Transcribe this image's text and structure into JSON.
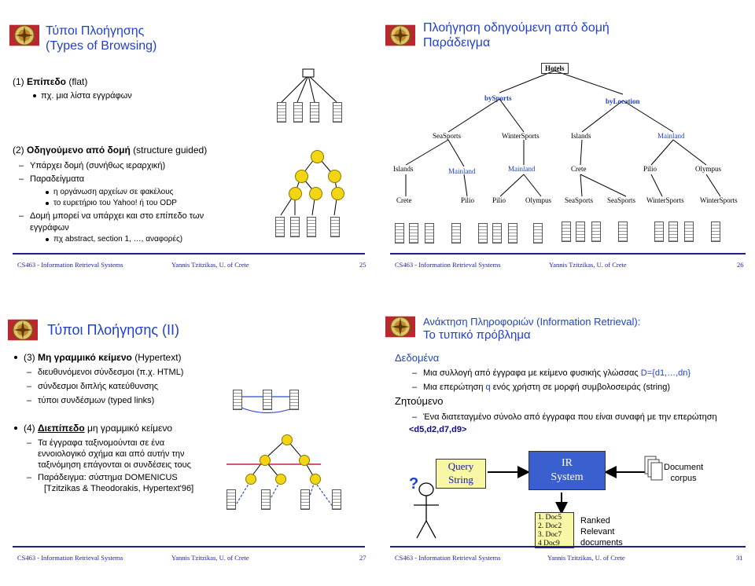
{
  "s1": {
    "title_line1": "Τύποι Πλοήγησης",
    "title_line2": "(Types of Browsing)",
    "flat_heading_num": "(1) ",
    "flat_heading": "Επίπεδο",
    "flat_heading_tail": " (flat)",
    "flat_example": "πχ. μια λίστα εγγράφων",
    "guided_heading_num": "(2) ",
    "guided_heading": "Οδηγούμενο από δομή",
    "guided_heading_tail": " (structure guided)",
    "guided_item1": "Υπάρχει δομή (συνήθως ιεραρχική)",
    "guided_item2": "Παραδείγματα",
    "guided_sub1": "η οργάνωση αρχείων σε φακέλους",
    "guided_sub2": "το ευρετήριο του Yahoo! ή του ODP",
    "guided_item3a": "Δομή μπορεί να υπάρχει και στο επίπεδο των",
    "guided_item3b": "εγγράφων",
    "guided_sub3": "πχ abstract, section 1, …, αναφορές)",
    "footer_course": "CS463 - Information Retrieval Systems",
    "footer_author": "Yannis Tzitzikas, U. of Crete",
    "page": "25"
  },
  "s2": {
    "title_line1": "Πλοήγηση οδηγούμενη από δομή",
    "title_line2": "Παράδειγμα",
    "tree": {
      "root": "Hotels",
      "l1": [
        "bySports",
        "byLocation"
      ],
      "l2": [
        "SeaSports",
        "WinterSports",
        "Islands",
        "Mainland"
      ],
      "l3": [
        "Islands",
        "Mainland",
        "Mainland",
        "Crete",
        "Pilio",
        "Olympus"
      ],
      "l4": [
        "Crete",
        "Pilio",
        "Pilio",
        "Olympus",
        "SeaSports",
        "SeaSports",
        "WinterSports",
        "WinterSports"
      ]
    },
    "footer_course": "CS463 - Information Retrieval Systems",
    "footer_author": "Yannis Tzitzikas, U. of Crete",
    "page": "26"
  },
  "s3": {
    "title": "Τύποι Πλοήγησης (ΙΙ)",
    "h1_num": "(3) ",
    "h1_bold": "Μη γραμμικό κείμενο",
    "h1_tail": " (Hypertext)",
    "h1_items": [
      "διευθυνόμενοι σύνδεσμοι (π.χ. HTML)",
      "σύνδεσμοι διπλής κατεύθυνσης",
      "τύποι συνδέσμων (typed links)"
    ],
    "h2_num": "(4) ",
    "h2_under": "Διεπίπεδο",
    "h2_tail": " μη γραμμικό κείμενο",
    "h2_items": [
      "Τα έγγραφα ταξινομούνται σε ένα",
      "εννοιολογικό σχήμα και από αυτήν την",
      "ταξινόμηση επάγονται οι συνδέσεις τους"
    ],
    "h2_example1": "Παράδειγμα: σύστημα DOMENICUS",
    "h2_example2": "[Tzitzikas & Theodorakis, Hypertext'96]",
    "footer_course": "CS463 - Information Retrieval Systems",
    "footer_author": "Yannis Tzitzikas, U. of Crete",
    "page": "27"
  },
  "s4": {
    "title_line1": "Ανάκτηση Πληροφοριών (Information Retrieval):",
    "title_line2": "Το τυπικό πρόβλημα",
    "given": "Δεδομένα",
    "given1_pre": "Μια συλλογή από έγγραφα με κείμενο φυσικής γλώσσας ",
    "given1_set": "D={d1,…,dn}",
    "given2_pre": "Μια επερώτηση ",
    "given2_q": "q",
    "given2_post": " ενός χρήστη σε μορφή συμβολοσειράς (string)",
    "wanted": "Ζητούμενο",
    "wanted1": "Ένα διατεταγμένο σύνολο από έγγραφα που είναι συναφή με την επερώτηση",
    "wanted2": "<d5,d2,d7,d9>",
    "query_line1": "Query",
    "query_line2": "String",
    "ir_line1": "IR",
    "ir_line2": "System",
    "corpus_line1": "Document",
    "corpus_line2": "corpus",
    "qmark": "?",
    "ranked": [
      "1. Doc5",
      "2. Doc2",
      "3. Doc7",
      "4  Doc9"
    ],
    "ranked_label1": "Ranked",
    "ranked_label2": "Relevant",
    "ranked_label3": "documents",
    "footer_course": "CS463 - Information Retrieval Systems",
    "footer_author": "Yannis Tzitzikas, U. of Crete",
    "page": "31"
  }
}
